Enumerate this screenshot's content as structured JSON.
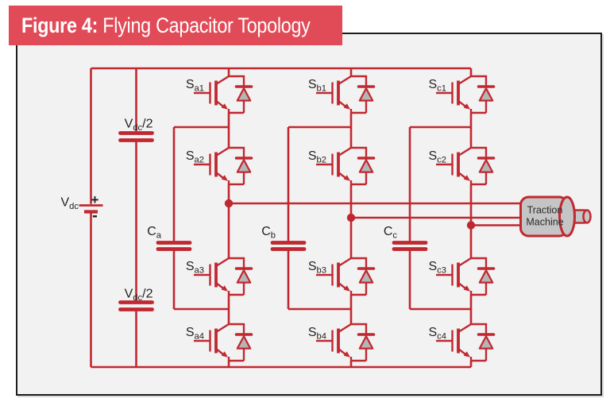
{
  "banner": {
    "bold": "Figure 4:",
    "regular": "Flying Capacitor Topology"
  },
  "circuit": {
    "dc_source_label": {
      "base": "V",
      "sub": "dc"
    },
    "dc_source_plus": "+",
    "dc_source_minus": "-",
    "dc_link_caps": [
      {
        "base": "V",
        "sub": "dc",
        "suffix": "/2"
      },
      {
        "base": "V",
        "sub": "dc",
        "suffix": "/2"
      }
    ],
    "switches": [
      {
        "base": "S",
        "sub": "a1"
      },
      {
        "base": "S",
        "sub": "a2"
      },
      {
        "base": "S",
        "sub": "a3"
      },
      {
        "base": "S",
        "sub": "a4"
      },
      {
        "base": "S",
        "sub": "b1"
      },
      {
        "base": "S",
        "sub": "b2"
      },
      {
        "base": "S",
        "sub": "b3"
      },
      {
        "base": "S",
        "sub": "b4"
      },
      {
        "base": "S",
        "sub": "c1"
      },
      {
        "base": "S",
        "sub": "c2"
      },
      {
        "base": "S",
        "sub": "c3"
      },
      {
        "base": "S",
        "sub": "c4"
      }
    ],
    "flying_caps": [
      {
        "base": "C",
        "sub": "a"
      },
      {
        "base": "C",
        "sub": "b"
      },
      {
        "base": "C",
        "sub": "c"
      }
    ],
    "machine": {
      "line1": "Traction",
      "line2": "Machine"
    }
  },
  "colors": {
    "banner_bg": "#e14a57",
    "banner_text": "#ffffff",
    "wire": "#c02830",
    "diode_fill": "#b5b5b6",
    "machine_fill": "#c5c5c6",
    "machine_text": "#2a2a2b",
    "label_text": "#231f20",
    "frame_border": "#1d1d1f",
    "canvas_bg": "#f2f2f3"
  }
}
